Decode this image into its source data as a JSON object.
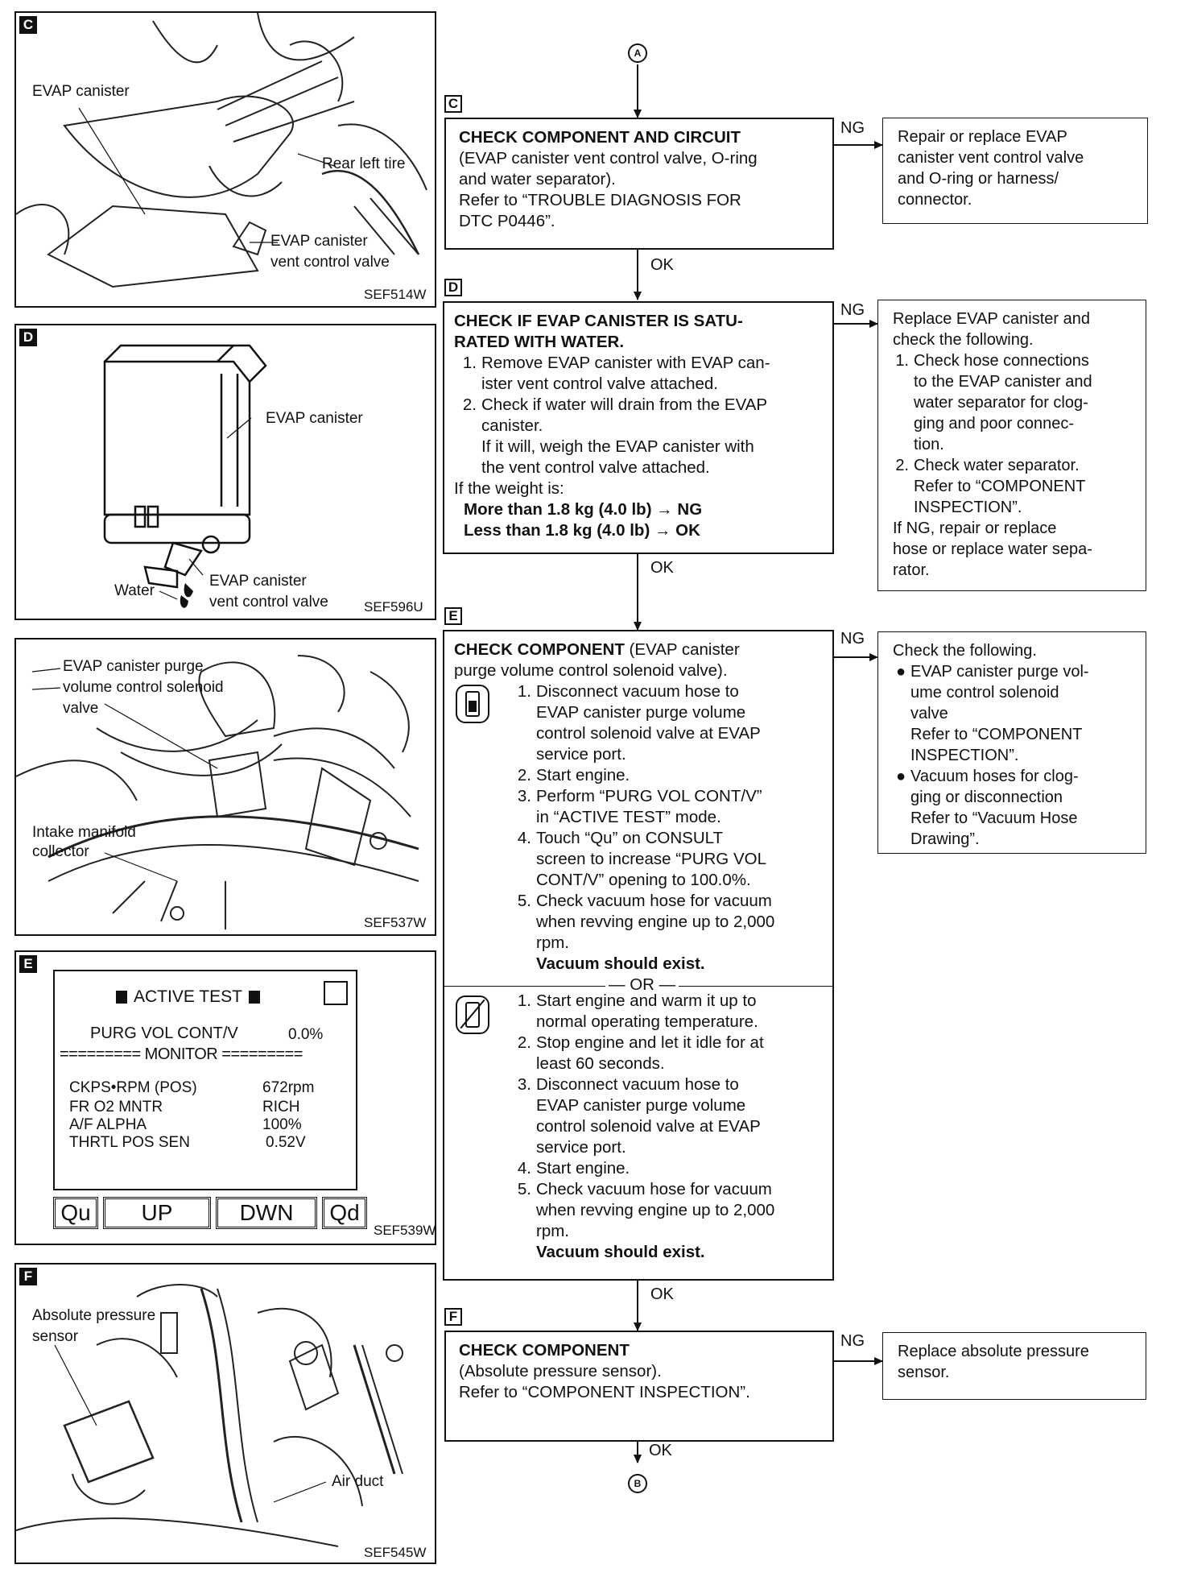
{
  "figures": {
    "c": {
      "tag": "C",
      "code": "SEF514W",
      "labels": [
        "EVAP canister",
        "Rear left tire",
        "EVAP canister",
        "vent control valve"
      ]
    },
    "d": {
      "tag": "D",
      "code": "SEF596U",
      "labels": [
        "EVAP canister",
        "Water",
        "EVAP canister",
        "vent control valve"
      ]
    },
    "e_photo": {
      "code": "SEF537W",
      "labels": [
        "EVAP canister purge",
        "volume control solenoid",
        "valve",
        "Intake manifold",
        "collector"
      ]
    },
    "e_screen": {
      "tag": "E",
      "code": "SEF539W",
      "title": "ACTIVE TEST",
      "test_item": "PURG VOL CONT/V",
      "test_value": "0.0%",
      "monitor_label": "========= MONITOR =========",
      "rows": [
        {
          "name": "CKPS•RPM (POS)",
          "value": "672rpm"
        },
        {
          "name": "FR O2 MNTR",
          "value": "RICH"
        },
        {
          "name": "A/F ALPHA",
          "value": "100%"
        },
        {
          "name": "THRTL POS SEN",
          "value": "0.52V"
        }
      ],
      "buttons": [
        "Qu",
        "UP",
        "DWN",
        "Qd"
      ]
    },
    "f": {
      "tag": "F",
      "code": "SEF545W",
      "labels": [
        "Absolute pressure",
        "sensor",
        "Air duct"
      ]
    }
  },
  "flow": {
    "start_marker": "A",
    "end_marker": "B",
    "ok": "OK",
    "ng": "NG",
    "or": "OR",
    "c": {
      "tag": "C",
      "title": "CHECK COMPONENT AND CIRCUIT",
      "lines": [
        "(EVAP canister vent control valve, O-ring",
        "and water separator).",
        "Refer to “TROUBLE DIAGNOSIS FOR",
        "DTC P0446”."
      ],
      "ng_result": [
        "Repair or replace EVAP",
        "canister vent control valve",
        "and O-ring or harness/",
        "connector."
      ]
    },
    "d": {
      "tag": "D",
      "title_1": "CHECK IF EVAP CANISTER IS SATU-",
      "title_2": "RATED WITH WATER.",
      "steps": [
        {
          "n": "1.",
          "text": [
            "Remove EVAP canister with EVAP can-",
            "ister vent control valve attached."
          ]
        },
        {
          "n": "2.",
          "text": [
            "Check if water will drain from the EVAP",
            "canister.",
            "If it will, weigh the EVAP canister with",
            "the vent control valve attached."
          ]
        }
      ],
      "weight_intro": "If the weight is:",
      "weight_more": "More than 1.8 kg (4.0 lb) → NG",
      "weight_less": "Less than 1.8 kg (4.0 lb) → OK",
      "ng_result": {
        "intro": [
          "Replace EVAP canister and",
          "check the following."
        ],
        "items": [
          {
            "n": "1.",
            "text": [
              "Check hose connections",
              "to the EVAP canister and",
              "water separator for clog-",
              "ging and poor connec-",
              "tion."
            ]
          },
          {
            "n": "2.",
            "text": [
              "Check water separator.",
              "Refer to “COMPONENT",
              "INSPECTION”."
            ]
          }
        ],
        "outro": [
          "If NG, repair or replace",
          "hose or replace water sepa-",
          "rator."
        ]
      }
    },
    "e": {
      "tag": "E",
      "title": "CHECK COMPONENT",
      "title_rest": " (EVAP canister",
      "title_line2": "purge volume control solenoid valve).",
      "with_consult": [
        {
          "n": "1.",
          "text": [
            "Disconnect vacuum hose to",
            "EVAP canister purge volume",
            "control solenoid valve at EVAP",
            "service port."
          ]
        },
        {
          "n": "2.",
          "text": [
            "Start engine."
          ]
        },
        {
          "n": "3.",
          "text": [
            "Perform “PURG VOL CONT/V”",
            "in “ACTIVE TEST” mode."
          ]
        },
        {
          "n": "4.",
          "text": [
            "Touch “Qu” on CONSULT",
            "screen to increase “PURG VOL",
            "CONT/V” opening to 100.0%."
          ]
        },
        {
          "n": "5.",
          "text": [
            "Check vacuum hose for vacuum",
            "when revving engine up to 2,000",
            "rpm."
          ]
        }
      ],
      "with_consult_result": "Vacuum should exist.",
      "without_consult": [
        {
          "n": "1.",
          "text": [
            "Start engine and warm it up to",
            "normal operating temperature."
          ]
        },
        {
          "n": "2.",
          "text": [
            "Stop engine and let it idle for at",
            "least 60 seconds."
          ]
        },
        {
          "n": "3.",
          "text": [
            "Disconnect vacuum hose to",
            "EVAP canister purge volume",
            "control solenoid valve at EVAP",
            "service port."
          ]
        },
        {
          "n": "4.",
          "text": [
            "Start engine."
          ]
        },
        {
          "n": "5.",
          "text": [
            "Check vacuum hose for vacuum",
            "when revving engine up to 2,000",
            "rpm."
          ]
        }
      ],
      "without_consult_result": "Vacuum should exist.",
      "ng_result": {
        "intro": "Check the following.",
        "items": [
          {
            "text": [
              "EVAP canister purge vol-",
              "ume control solenoid",
              "valve",
              "Refer to “COMPONENT",
              "INSPECTION”."
            ]
          },
          {
            "text": [
              "Vacuum hoses for clog-",
              "ging or disconnection",
              "Refer to “Vacuum Hose",
              "Drawing”."
            ]
          }
        ]
      }
    },
    "f": {
      "tag": "F",
      "title": "CHECK COMPONENT",
      "lines": [
        "(Absolute pressure sensor).",
        "Refer to “COMPONENT INSPECTION”."
      ],
      "ng_result": [
        "Replace absolute pressure",
        "sensor."
      ]
    }
  }
}
